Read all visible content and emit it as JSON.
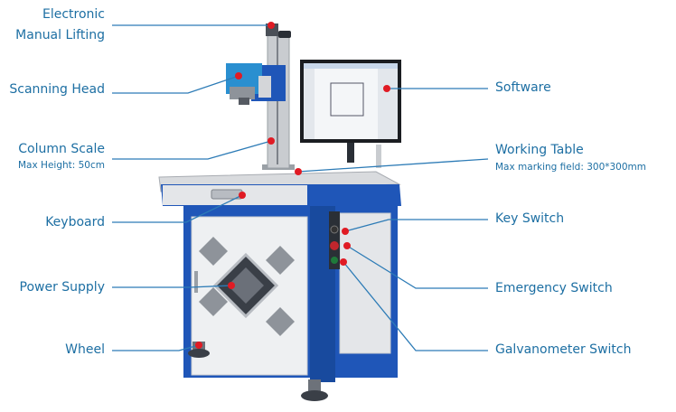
{
  "colors": {
    "label": "#1d6fa3",
    "leader": "#2c7bb6",
    "marker": "#e01b24",
    "cabinet": "#1f56b8",
    "panel": "#e9eaec"
  },
  "labels": {
    "lift_line1": "Electronic",
    "lift_line2": "Manual Lifting",
    "scanning_head": "Scanning Head",
    "column_scale": "Column Scale",
    "column_scale_sub": "Max Height: 50cm",
    "keyboard": "Keyboard",
    "power_supply": "Power Supply",
    "wheel": "Wheel",
    "software": "Software",
    "working_table": "Working Table",
    "working_table_sub": "Max marking field: 300*300mm",
    "key_switch": "Key Switch",
    "emergency_switch": "Emergency Switch",
    "galvanometer_switch": "Galvanometer Switch"
  }
}
